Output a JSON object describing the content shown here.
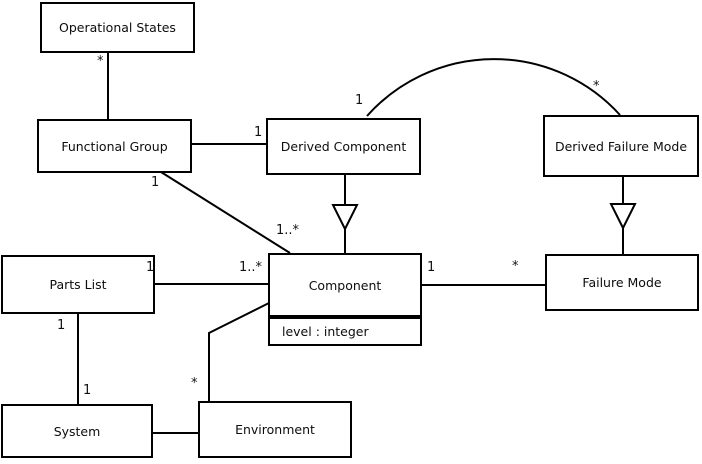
{
  "diagram": {
    "type": "UML class diagram",
    "background_color": "#ffffff",
    "line_color": "#000000",
    "text_color": "#000000",
    "classes": {
      "operational_states": {
        "name": "Operational States"
      },
      "functional_group": {
        "name": "Functional Group"
      },
      "derived_component": {
        "name": "Derived Component"
      },
      "derived_failure_mode": {
        "name": "Derived Failure Mode"
      },
      "parts_list": {
        "name": "Parts List"
      },
      "component": {
        "name": "Component",
        "attribute": "level : integer"
      },
      "failure_mode": {
        "name": "Failure Mode"
      },
      "system": {
        "name": "System"
      },
      "environment": {
        "name": "Environment"
      }
    },
    "multiplicities": {
      "operational_states_functional_group": "*",
      "functional_group_derived_component": "1",
      "functional_group_component_near_group": "1",
      "functional_group_component_near_component": "1..*",
      "derived_component_arc": "1",
      "derived_failure_mode_arc": "*",
      "parts_list_component_near_list": "1",
      "parts_list_component_near_component": "1..*",
      "component_failure_mode_near_component": "1",
      "component_failure_mode_near_failure_mode": "*",
      "parts_list_system_near_list": "1",
      "parts_list_system_near_system": "1",
      "environment_component_near_environment": "*"
    },
    "relationships": [
      {
        "from": "Operational States",
        "to": "Functional Group",
        "type": "association",
        "from_multiplicity": "*",
        "to_multiplicity": ""
      },
      {
        "from": "Functional Group",
        "to": "Derived Component",
        "type": "association",
        "from_multiplicity": "",
        "to_multiplicity": "1"
      },
      {
        "from": "Functional Group",
        "to": "Component",
        "type": "association",
        "from_multiplicity": "1",
        "to_multiplicity": "1..*"
      },
      {
        "from": "Derived Component",
        "to": "Component",
        "type": "generalization",
        "parent": "Component"
      },
      {
        "from": "Derived Component",
        "to": "Derived Failure Mode",
        "type": "association",
        "from_multiplicity": "1",
        "to_multiplicity": "*"
      },
      {
        "from": "Derived Failure Mode",
        "to": "Failure Mode",
        "type": "generalization",
        "parent": "Failure Mode"
      },
      {
        "from": "Parts List",
        "to": "Component",
        "type": "association",
        "from_multiplicity": "1",
        "to_multiplicity": "1..*"
      },
      {
        "from": "Component",
        "to": "Failure Mode",
        "type": "association",
        "from_multiplicity": "1",
        "to_multiplicity": "*"
      },
      {
        "from": "Parts List",
        "to": "System",
        "type": "association",
        "from_multiplicity": "1",
        "to_multiplicity": "1"
      },
      {
        "from": "System",
        "to": "Environment",
        "type": "association",
        "from_multiplicity": "",
        "to_multiplicity": ""
      },
      {
        "from": "Environment",
        "to": "Component",
        "type": "association",
        "from_multiplicity": "*",
        "to_multiplicity": ""
      }
    ]
  }
}
